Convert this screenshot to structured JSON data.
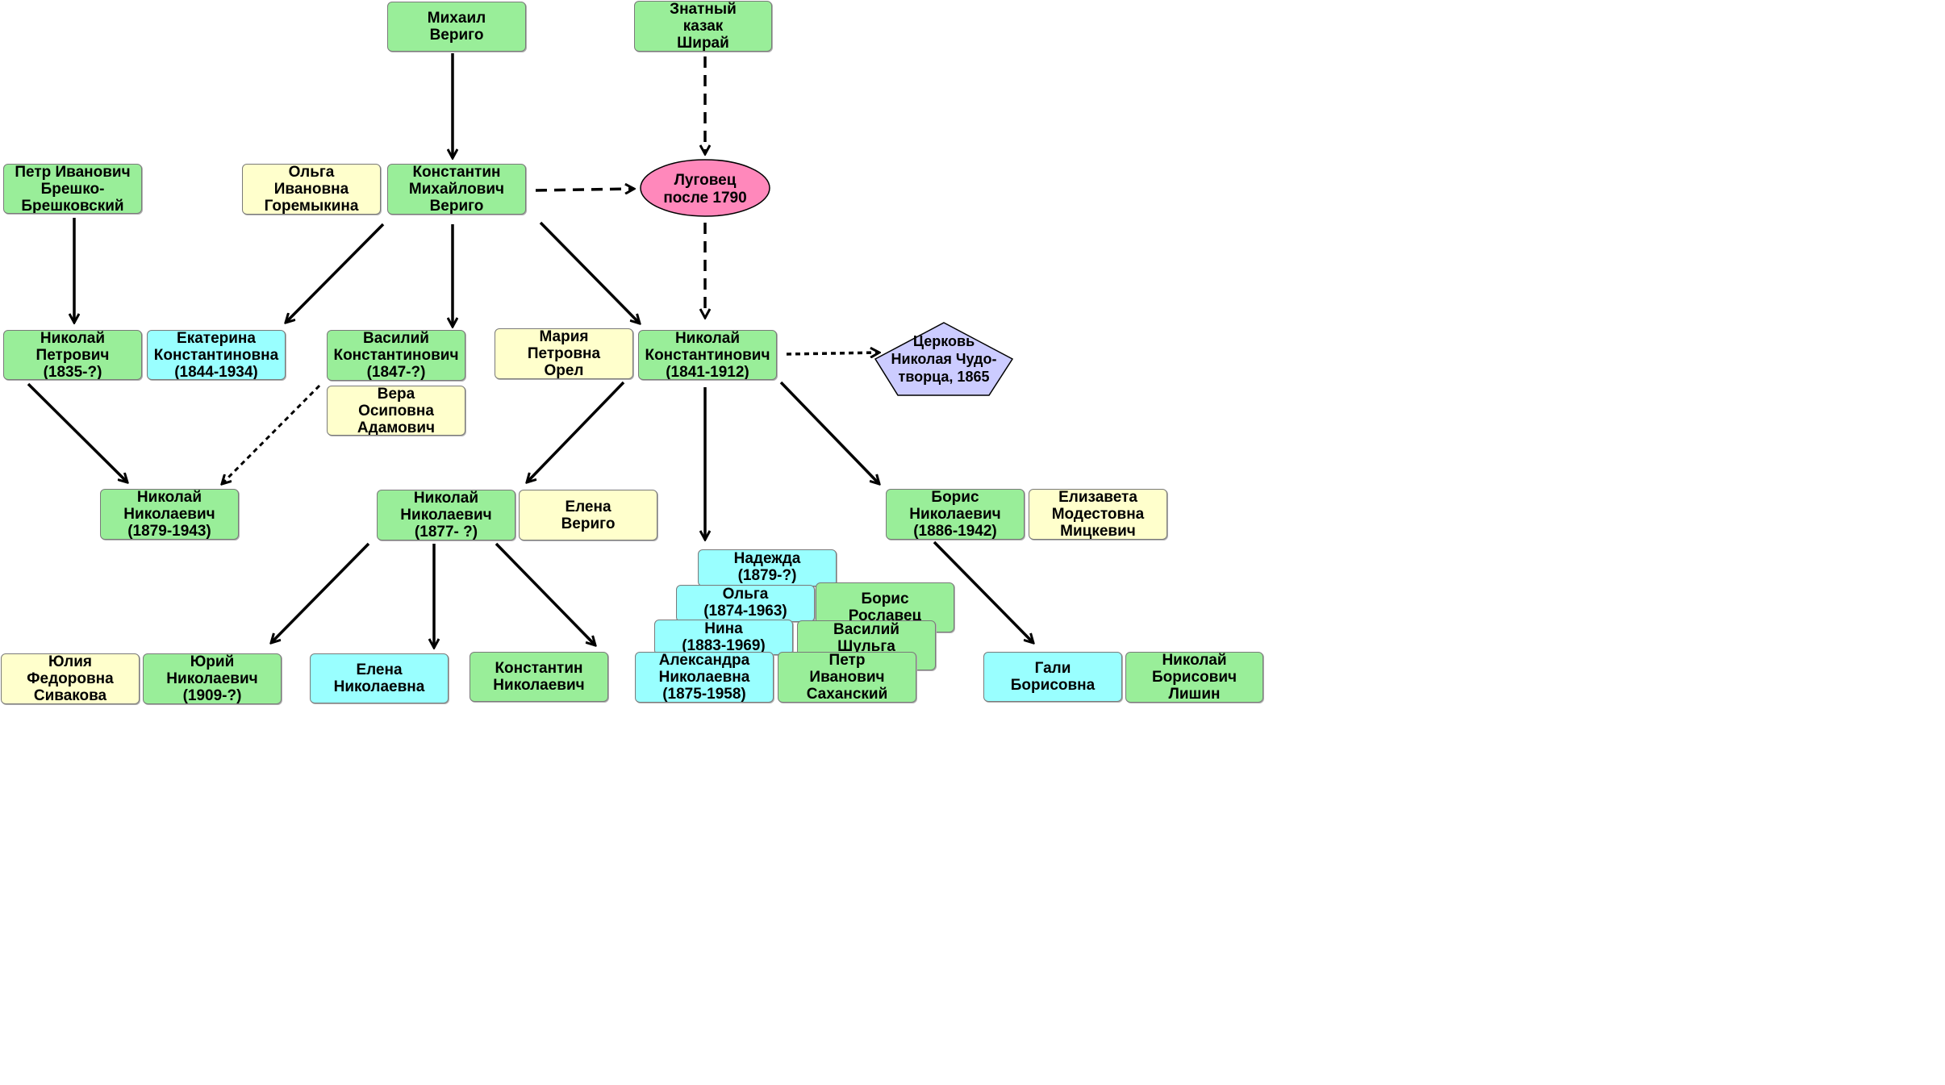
{
  "people": {
    "mikhail": "Михаил\nВериго",
    "shirai": "Знатный\nказак\nШирай",
    "petr_breshko": "Петр Иванович\nБрешко-\nБрешковский",
    "olga_goremykina": "Ольга\nИвановна\nГоремыкина",
    "konstantin": "Константин\nМихайлович\nВериго",
    "nikolai_petrovich": "Николай\nПетрович\n(1835-?)",
    "ekaterina": "Екатерина\nКонстантиновна\n(1844-1934)",
    "vasilii_k": "Василий\nКонстантинович\n(1847-?)",
    "vera": "Вера\nОсиповна\nАдамович",
    "maria": "Мария\nПетровна\nОрел",
    "nikolai_k": "Николай\nКонстантинович\n(1841-1912)",
    "nikolai_n_1879": "Николай\nНиколаевич\n(1879-1943)",
    "nikolai_n_1877": "Николай\nНиколаевич\n(1877- ?)",
    "elena_verigo": "Елена\nВериго",
    "boris_n": "Борис\nНиколаевич\n(1886-1942)",
    "elizaveta": "Елизавета\nМодестовна\nМицкевич",
    "nadezhda": "Надежда\n(1879-?)",
    "olga_1874": "Ольга\n(1874-1963)",
    "boris_roslavets": "Борис\nРославец",
    "nina": "Нина\n(1883-1969)",
    "vasilii_shulga": "Василий\nШульга",
    "aleksandra": "Александра\nНиколаевна\n(1875-1958)",
    "petr_sakhanskii": "Петр\nИванович\nСаханский",
    "yulia": "Юлия\nФедоровна\nСивакова",
    "yurii": "Юрий\nНиколаевич\n(1909-?)",
    "elena_n": "Елена\nНиколаевна",
    "konstantin_n": "Константин\nНиколаевич",
    "gali": "Гали\nБорисовна",
    "nikolai_b": "Николай\nБорисович\nЛишин"
  },
  "places": {
    "lugovets_line1": "Луговец",
    "lugovets_line2": "после 1790",
    "church_line1": "Церковь",
    "church_line2": "Николая Чудо-",
    "church_line3": "творца, 1865"
  },
  "colors": {
    "green": "#99ee99",
    "yellow": "#ffffcc",
    "cyan": "#99ffff",
    "oval": "#ff88bb",
    "pentagon": "#ccccff"
  }
}
